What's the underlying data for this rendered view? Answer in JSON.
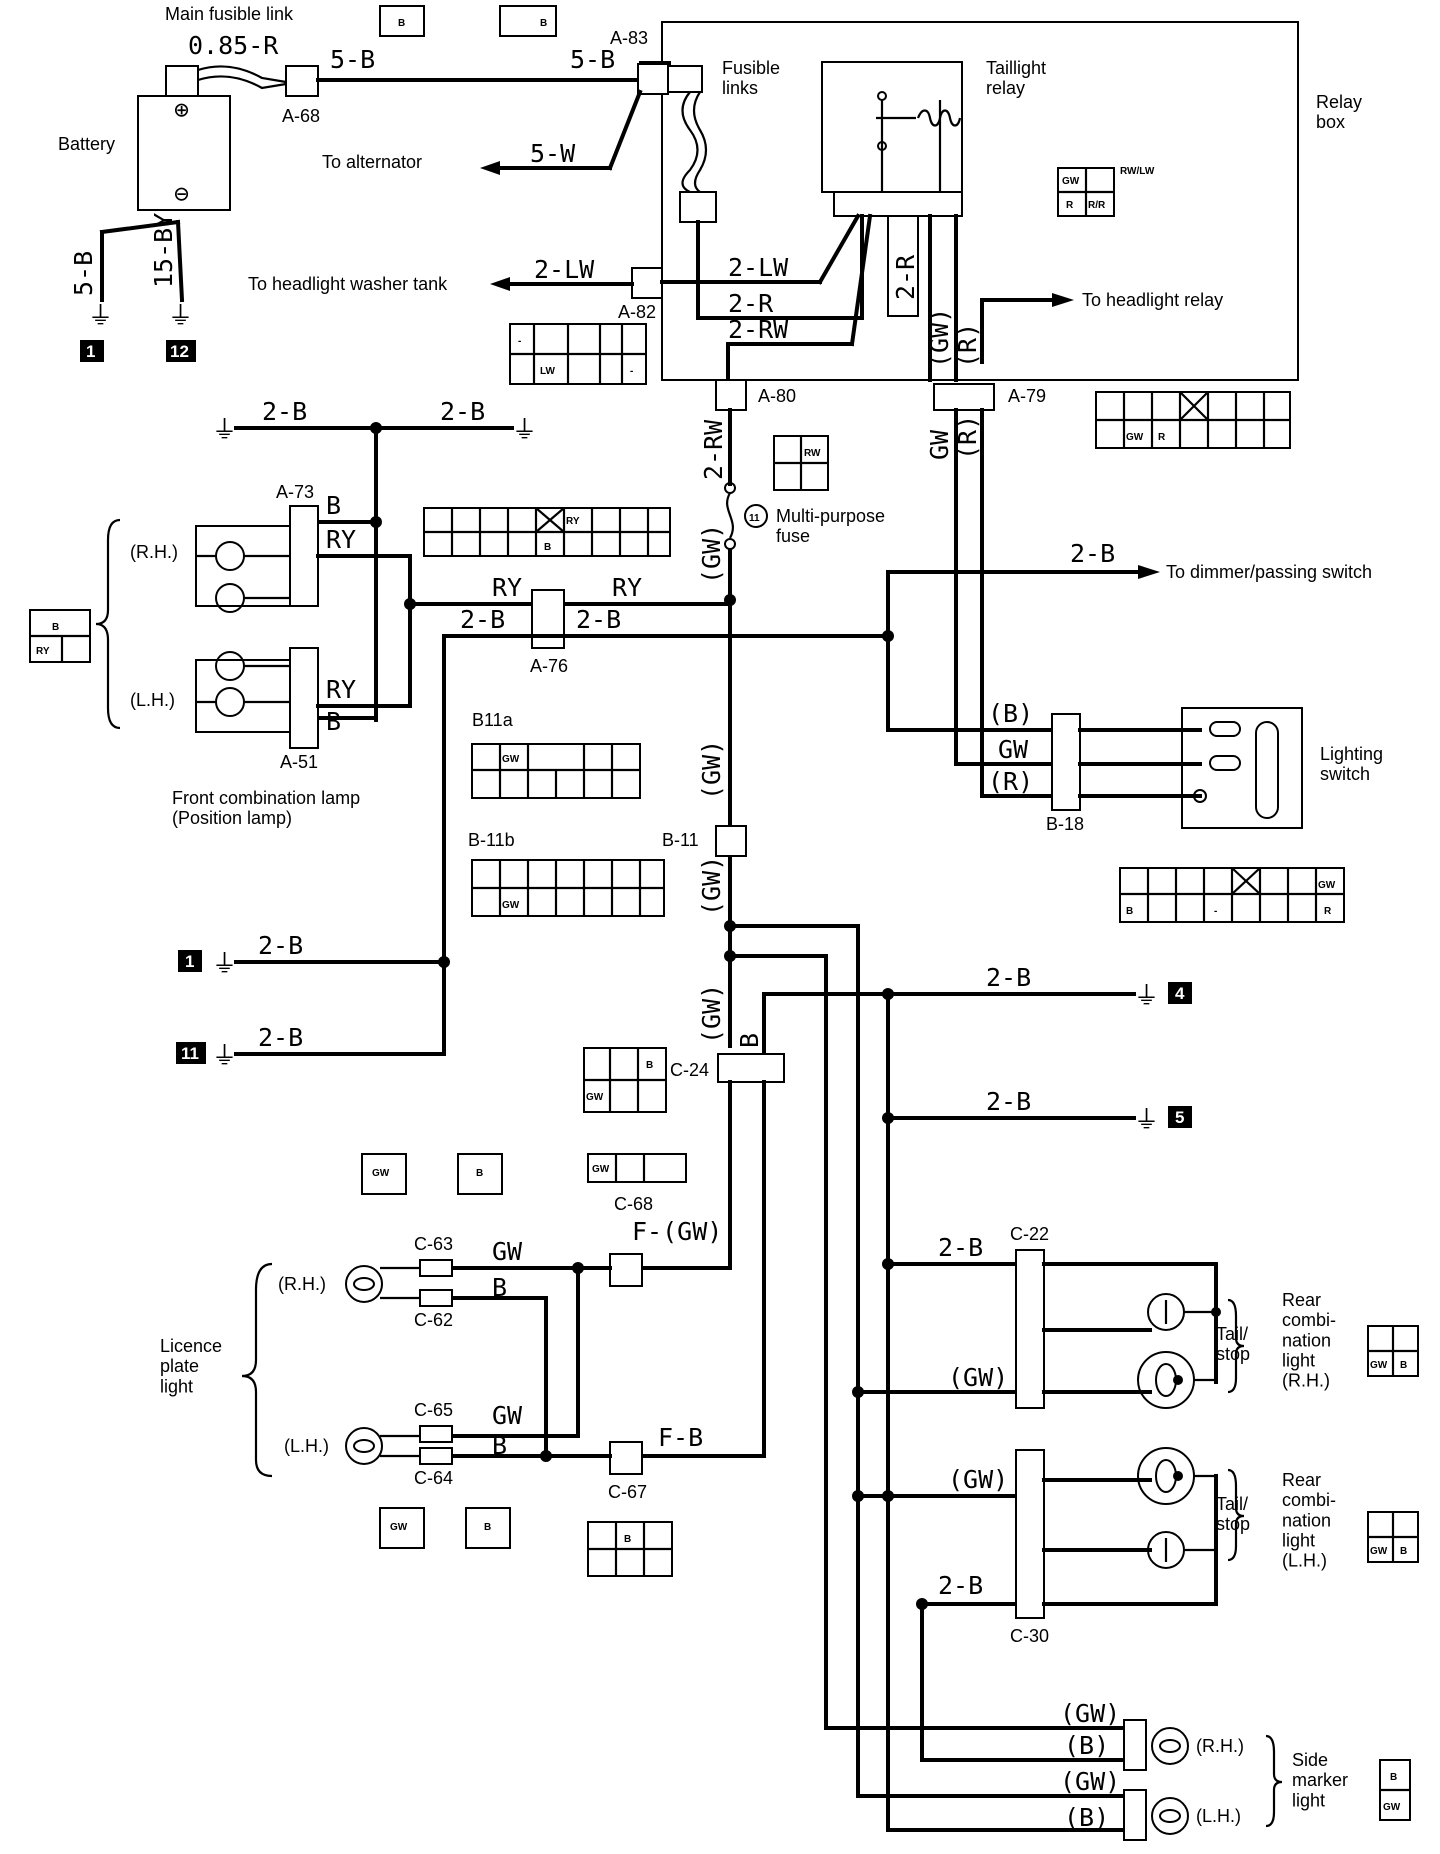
{
  "labels": {
    "main_fusible_link": "Main fusible link",
    "battery": "Battery",
    "to_alternator": "To alternator",
    "to_headlight_washer_tank": "To headlight washer tank",
    "fusible_links": "Fusible\nlinks",
    "taillight_relay": "Taillight\nrelay",
    "relay_box": "Relay\nbox",
    "to_headlight_relay": "To headlight relay",
    "multi_purpose_fuse": "Multi-purpose\nfuse",
    "fuse_number": "11",
    "to_dimmer_passing_switch": "To dimmer/passing switch",
    "lighting_switch": "Lighting\nswitch",
    "front_combination_lamp": "Front combination lamp\n(Position lamp)",
    "rh": "(R.H.)",
    "lh": "(L.H.)",
    "licence_plate_light": "Licence\nplate\nlight",
    "tail_stop": "Tail/\nstop",
    "rear_combination_light_rh": "Rear\ncombi-\nnation\nlight\n(R.H.)",
    "rear_combination_light_lh": "Rear\ncombi-\nnation\nlight\n(L.H.)",
    "side_marker_light": "Side\nmarker\nlight"
  },
  "wires": {
    "w085r": "0.85-R",
    "w5b": "5-B",
    "w5w": "5-W",
    "w15by": "15-BY",
    "w2lw": "2-LW",
    "w2r": "2-R",
    "w2rw": "2-RW",
    "w2b": "2-B",
    "b": "B",
    "ry": "RY",
    "gw": "GW",
    "gw_p": "(GW)",
    "r_p": "(R)",
    "b_p": "(B)",
    "f_gw": "F-(GW)",
    "f_b": "F-B"
  },
  "connectors": {
    "a68": "A-68",
    "a83": "A-83",
    "a82": "A-82",
    "a80": "A-80",
    "a79": "A-79",
    "a73": "A-73",
    "a76": "A-76",
    "a51": "A-51",
    "b11a": "B11a",
    "b11b": "B-11b",
    "b11": "B-11",
    "b18": "B-18",
    "c24": "C-24",
    "c68": "C-68",
    "c63": "C-63",
    "c62": "C-62",
    "c65": "C-65",
    "c64": "C-64",
    "c67": "C-67",
    "c22": "C-22",
    "c30": "C-30"
  },
  "grounds": {
    "g1": "1",
    "g12": "12",
    "g11": "11",
    "g4": "4",
    "g5": "5"
  },
  "pins": {
    "b": "B",
    "gw": "GW",
    "r": "R",
    "ry": "RY",
    "rw": "RW",
    "lw": "LW",
    "rb": "R/R",
    "rwlw": "RW/LW",
    "dash": "-"
  }
}
